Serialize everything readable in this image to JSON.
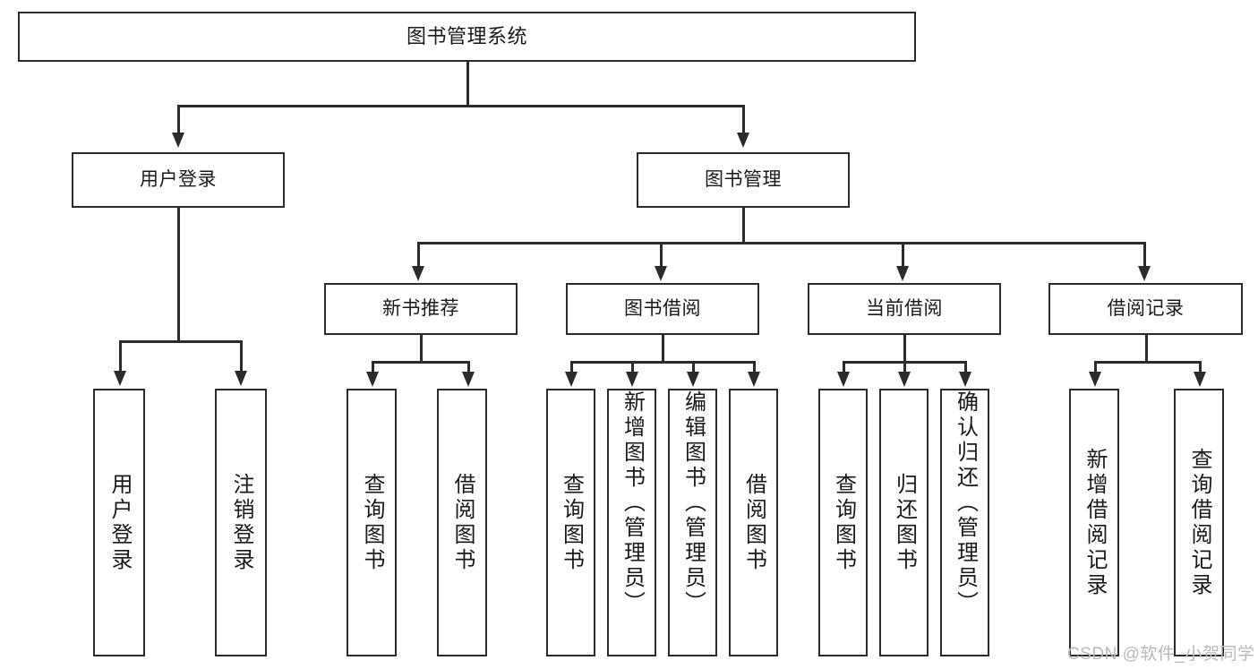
{
  "diagram": {
    "title": "图书管理系统",
    "type": "tree",
    "watermark": "CSDN @软件_小贺同学",
    "colors": {
      "stroke": "#2b2b2b",
      "fill": "#ffffff",
      "text": "#1a1a1a",
      "watermark": "#b9b9b9"
    },
    "root": {
      "id": "root",
      "label": "图书管理系统"
    },
    "level2": [
      {
        "id": "user-login",
        "label": "用户登录"
      },
      {
        "id": "book-manage",
        "label": "图书管理"
      }
    ],
    "level3": [
      {
        "id": "new-book-rec",
        "label": "新书推荐"
      },
      {
        "id": "book-borrow",
        "label": "图书借阅"
      },
      {
        "id": "current-borrow",
        "label": "当前借阅"
      },
      {
        "id": "borrow-record",
        "label": "借阅记录"
      }
    ],
    "leaves": {
      "user_login": [
        {
          "id": "leaf-user-login",
          "label": "用户登录"
        },
        {
          "id": "leaf-logout",
          "label": "注销登录"
        }
      ],
      "new_book_rec": [
        {
          "id": "leaf-query-book-1",
          "label": "查询图书"
        },
        {
          "id": "leaf-borrow-book-1",
          "label": "借阅图书"
        }
      ],
      "book_borrow": [
        {
          "id": "leaf-query-book-2",
          "label": "查询图书"
        },
        {
          "id": "leaf-add-book",
          "label": "新增图书（管理员）"
        },
        {
          "id": "leaf-edit-book",
          "label": "编辑图书（管理员）"
        },
        {
          "id": "leaf-borrow-book-2",
          "label": "借阅图书"
        }
      ],
      "current_borrow": [
        {
          "id": "leaf-query-book-3",
          "label": "查询图书"
        },
        {
          "id": "leaf-return-book",
          "label": "归还图书"
        },
        {
          "id": "leaf-confirm-return",
          "label": "确认归还（管理员）"
        }
      ],
      "borrow_record": [
        {
          "id": "leaf-add-record",
          "label": "新增借阅记录"
        },
        {
          "id": "leaf-query-record",
          "label": "查询借阅记录"
        }
      ]
    }
  }
}
